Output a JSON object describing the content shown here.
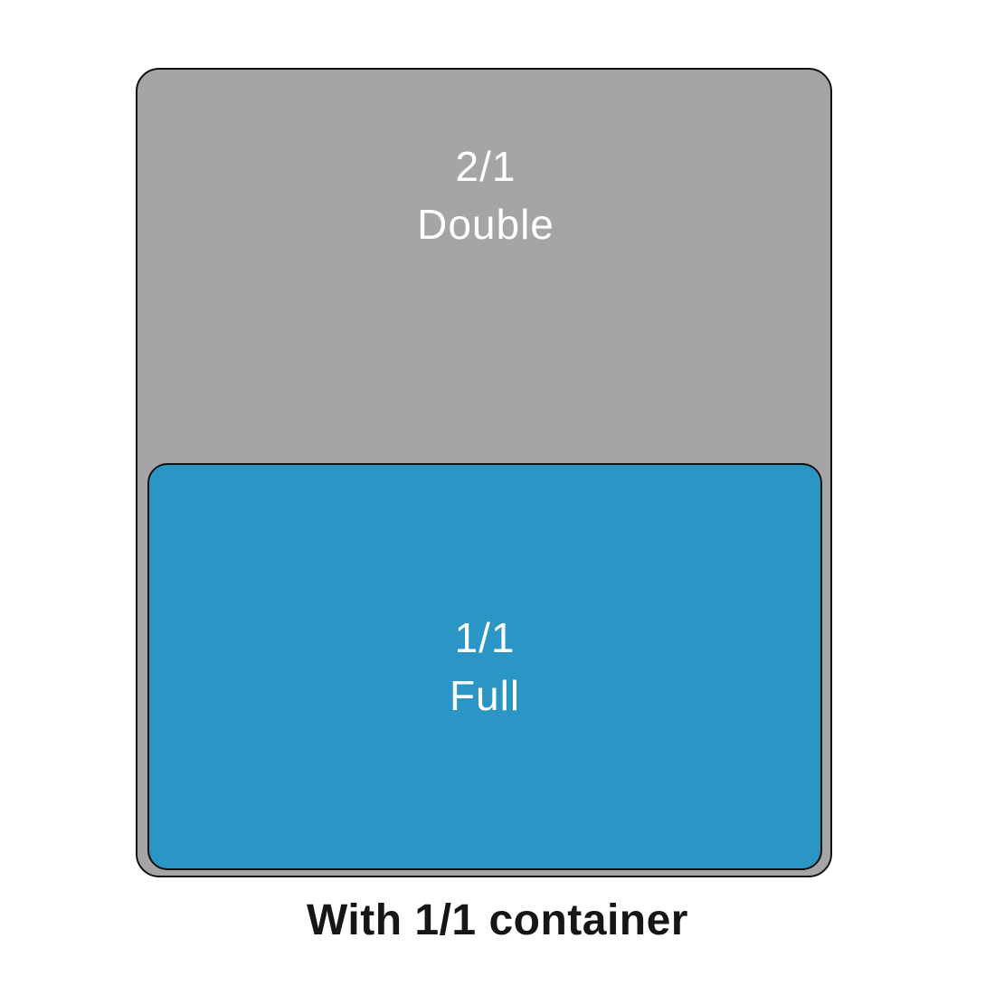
{
  "diagram": {
    "outer_pan": {
      "label_line1": "2/1",
      "label_line2": "Double",
      "fill_color": "#a5a5a7",
      "border_color": "#111111"
    },
    "inner_pan": {
      "label_line1": "1/1",
      "label_line2": "Full",
      "fill_color": "#2b96c6",
      "border_color": "#111111"
    },
    "caption": "With 1/1 container",
    "label_text_color": "#ffffff",
    "caption_text_color": "#161616"
  }
}
